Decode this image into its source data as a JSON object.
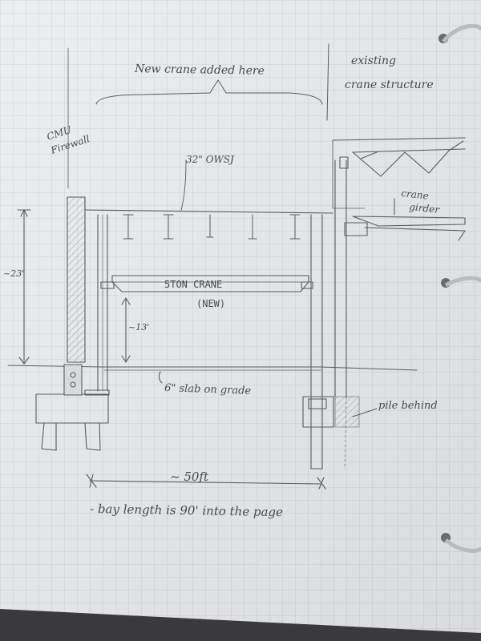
{
  "labels": {
    "new_crane": "New crane added here",
    "existing_line1": "existing",
    "existing_line2": "crane structure",
    "cmu_line1": "CMU",
    "cmu_line2": "Firewall",
    "joists": "32\" OWSJ",
    "crane_girder_line1": "crane",
    "crane_girder_line2": "girder",
    "height": "~23'",
    "crane_line1": "5TON CRANE",
    "crane_line2": "(NEW)",
    "clearance": "~13'",
    "slab": "6\" slab on grade",
    "pile": "pile behind",
    "span": "~ 50ft",
    "bay_note": "- bay length is 90' into the page"
  },
  "colors": {
    "paper": "#eceef0",
    "grid": "#c9ced6",
    "pencil": "#5a5a60",
    "ring": "#b8bcc2",
    "background": "#3a3a3c"
  }
}
